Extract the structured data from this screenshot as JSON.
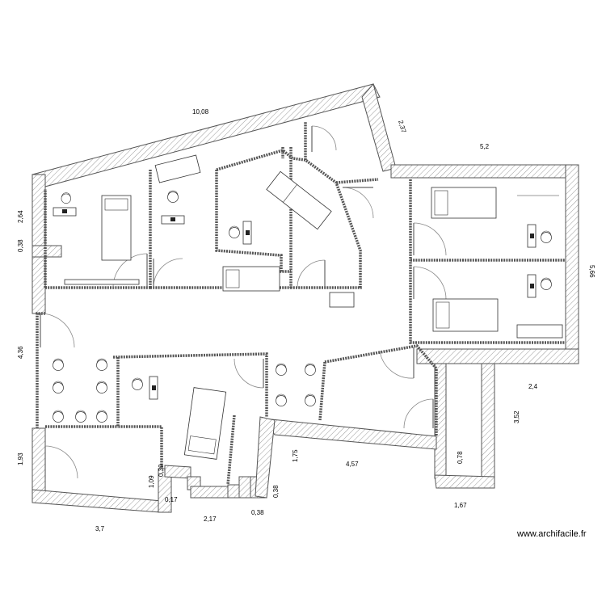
{
  "plan": {
    "dimensions": [
      {
        "id": "top-wall",
        "text": "10,08"
      },
      {
        "id": "top-right-diagonal",
        "text": "2,37"
      },
      {
        "id": "right-top",
        "text": "5,2"
      },
      {
        "id": "left-upper",
        "text": "2,64"
      },
      {
        "id": "left-short",
        "text": "0,38"
      },
      {
        "id": "right-side",
        "text": "5,66"
      },
      {
        "id": "left-middle",
        "text": "4,36"
      },
      {
        "id": "right-lower",
        "text": "2,4"
      },
      {
        "id": "right-wing",
        "text": "3,52"
      },
      {
        "id": "left-lower",
        "text": "1,93"
      },
      {
        "id": "wing-inner",
        "text": "0,78"
      },
      {
        "id": "center-vertical",
        "text": "1,75"
      },
      {
        "id": "bottom-center",
        "text": "4,57"
      },
      {
        "id": "notch-left",
        "text": "1,09"
      },
      {
        "id": "notch-top",
        "text": "0,39"
      },
      {
        "id": "notch-bottom",
        "text": "0,17"
      },
      {
        "id": "bottom-right-short",
        "text": "0,38"
      },
      {
        "id": "bottom-right-vertical",
        "text": "0,38"
      },
      {
        "id": "bottom-middle",
        "text": "2,17"
      },
      {
        "id": "wing-bottom",
        "text": "1,67"
      },
      {
        "id": "bottom-left",
        "text": "3,7"
      }
    ],
    "watermark": "www.archifacile.fr"
  }
}
